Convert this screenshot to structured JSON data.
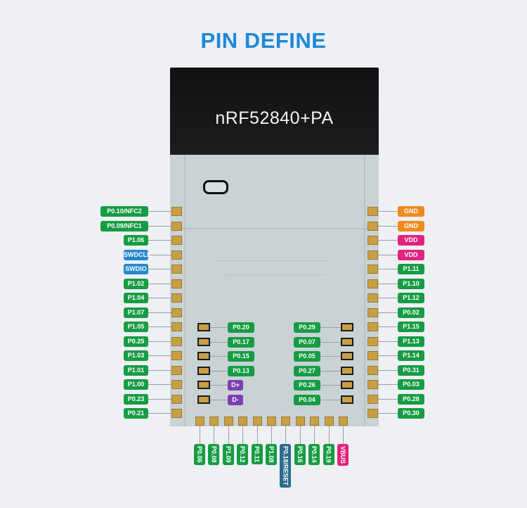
{
  "title": "PIN DEFINE",
  "module": {
    "chip_name": "nRF52840+PA"
  },
  "colors": {
    "signal": "#169c43",
    "swd": "#2289d1",
    "gnd": "#ef8a1d",
    "power": "#e0237e",
    "usb": "#7d3fb4",
    "reset": "#2a6c8d"
  },
  "left_pins": [
    {
      "label": "P0.10/NFC2",
      "type": "signal"
    },
    {
      "label": "P0.09/NFC1",
      "type": "signal"
    },
    {
      "label": "P1.06",
      "type": "signal"
    },
    {
      "label": "SWDCLK",
      "type": "swd"
    },
    {
      "label": "SWDIO",
      "type": "swd"
    },
    {
      "label": "P1.02",
      "type": "signal"
    },
    {
      "label": "P1.04",
      "type": "signal"
    },
    {
      "label": "P1.07",
      "type": "signal"
    },
    {
      "label": "P1.05",
      "type": "signal"
    },
    {
      "label": "P0.25",
      "type": "signal"
    },
    {
      "label": "P1.03",
      "type": "signal"
    },
    {
      "label": "P1.01",
      "type": "signal"
    },
    {
      "label": "P1.00",
      "type": "signal"
    },
    {
      "label": "P0.23",
      "type": "signal"
    },
    {
      "label": "P0.21",
      "type": "signal"
    }
  ],
  "right_pins": [
    {
      "label": "GND",
      "type": "gnd"
    },
    {
      "label": "GND",
      "type": "gnd"
    },
    {
      "label": "VDD",
      "type": "power"
    },
    {
      "label": "VDD",
      "type": "power"
    },
    {
      "label": "P1.11",
      "type": "signal"
    },
    {
      "label": "P1.10",
      "type": "signal"
    },
    {
      "label": "P1.12",
      "type": "signal"
    },
    {
      "label": "P0.02",
      "type": "signal"
    },
    {
      "label": "P1.15",
      "type": "signal"
    },
    {
      "label": "P1.13",
      "type": "signal"
    },
    {
      "label": "P1.14",
      "type": "signal"
    },
    {
      "label": "P0.31",
      "type": "signal"
    },
    {
      "label": "P0.03",
      "type": "signal"
    },
    {
      "label": "P0.28",
      "type": "signal"
    },
    {
      "label": "P0.30",
      "type": "signal"
    }
  ],
  "inner_left_pins": [
    {
      "label": "P0.20",
      "type": "signal"
    },
    {
      "label": "P0.17",
      "type": "signal"
    },
    {
      "label": "P0.15",
      "type": "signal"
    },
    {
      "label": "P0.13",
      "type": "signal"
    },
    {
      "label": "D+",
      "type": "usb"
    },
    {
      "label": "D-",
      "type": "usb"
    }
  ],
  "inner_right_pins": [
    {
      "label": "P0.29",
      "type": "signal"
    },
    {
      "label": "P0.07",
      "type": "signal"
    },
    {
      "label": "P0.05",
      "type": "signal"
    },
    {
      "label": "P0.27",
      "type": "signal"
    },
    {
      "label": "P0.26",
      "type": "signal"
    },
    {
      "label": "P0.04",
      "type": "signal"
    }
  ],
  "bottom_pins": [
    {
      "label": "P0.06",
      "type": "signal"
    },
    {
      "label": "P0.08",
      "type": "signal"
    },
    {
      "label": "P1.09",
      "type": "signal"
    },
    {
      "label": "P0.12",
      "type": "signal"
    },
    {
      "label": "P0.11",
      "type": "signal"
    },
    {
      "label": "P1.08",
      "type": "signal"
    },
    {
      "label": "P0.18/RESET",
      "type": "reset"
    },
    {
      "label": "P0.16",
      "type": "signal"
    },
    {
      "label": "P0.14",
      "type": "signal"
    },
    {
      "label": "P0.19",
      "type": "signal"
    },
    {
      "label": "VBUS",
      "type": "power"
    }
  ]
}
